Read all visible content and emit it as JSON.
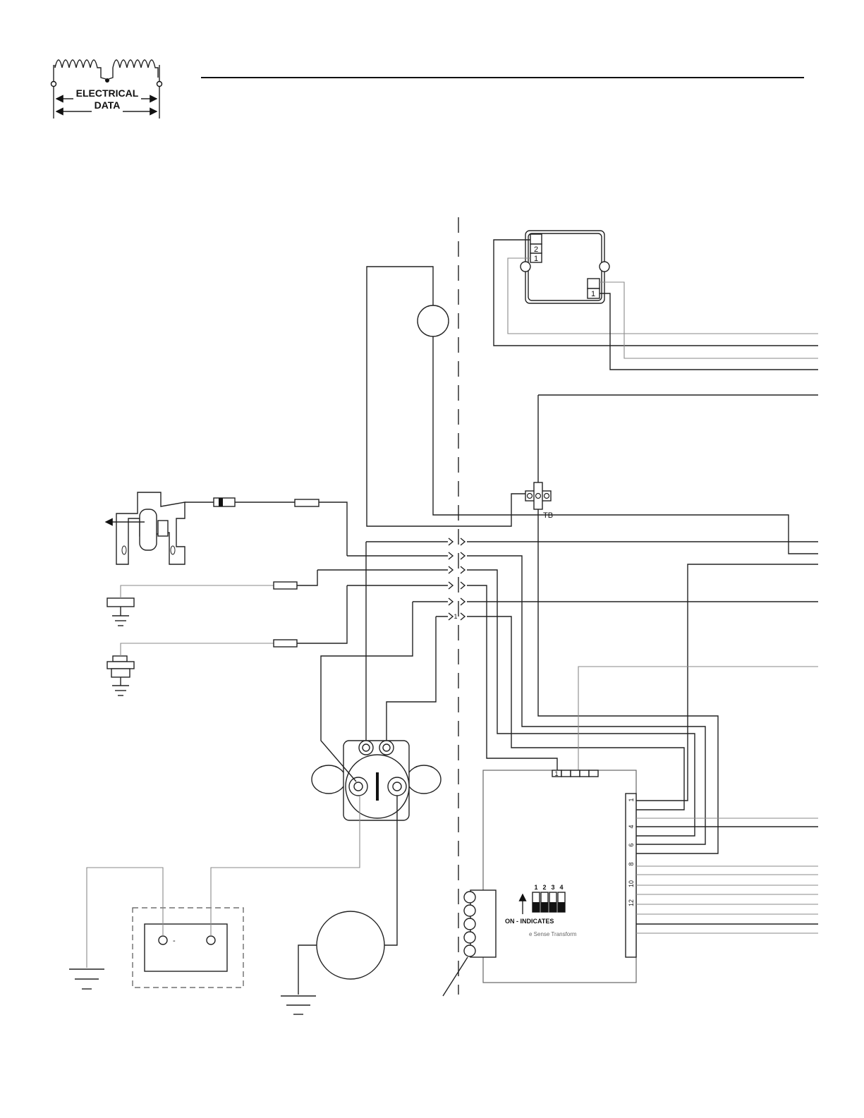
{
  "logo": {
    "line1": "ELECTRICAL",
    "line2": "DATA"
  },
  "diagram": {
    "top_block_left_labels": [
      "2",
      "1"
    ],
    "top_block_right_label": "1",
    "terminal_block_label": "TB",
    "connector_pin_label": "1",
    "board_header_pin_label": "1",
    "dip_switch_labels": [
      "1",
      "2",
      "3",
      "4"
    ],
    "dip_caption": "ON - INDICATES",
    "board_note": "e Sense Transform",
    "terminal_strip_labels": [
      "1",
      "4",
      "6",
      "8",
      "10",
      "12"
    ],
    "battery_minus": "-"
  }
}
